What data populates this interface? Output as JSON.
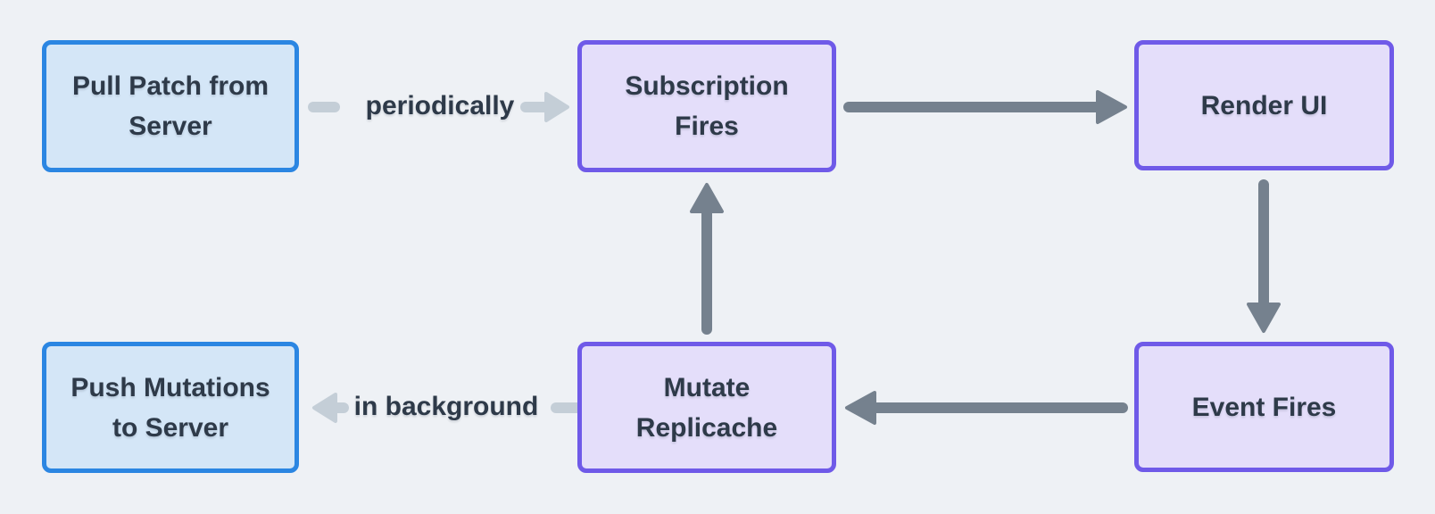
{
  "diagram": {
    "nodes": [
      {
        "id": "pull-patch-from-server",
        "label": "Pull Patch from Server",
        "variant": "blue"
      },
      {
        "id": "subscription-fires",
        "label": "Subscription Fires",
        "variant": "purple"
      },
      {
        "id": "render-ui",
        "label": "Render UI",
        "variant": "purple"
      },
      {
        "id": "push-mutations-to-server",
        "label": "Push Mutations to Server",
        "variant": "blue"
      },
      {
        "id": "mutate-replicache",
        "label": "Mutate Replicache",
        "variant": "purple"
      },
      {
        "id": "event-fires",
        "label": "Event Fires",
        "variant": "purple"
      }
    ],
    "edges": [
      {
        "from": "pull-patch-from-server",
        "to": "subscription-fires",
        "label": "periodically",
        "style": "light"
      },
      {
        "from": "subscription-fires",
        "to": "render-ui",
        "label": "",
        "style": "dark"
      },
      {
        "from": "render-ui",
        "to": "event-fires",
        "label": "",
        "style": "dark"
      },
      {
        "from": "event-fires",
        "to": "mutate-replicache",
        "label": "",
        "style": "dark"
      },
      {
        "from": "mutate-replicache",
        "to": "subscription-fires",
        "label": "",
        "style": "dark"
      },
      {
        "from": "mutate-replicache",
        "to": "push-mutations-to-server",
        "label": "in background",
        "style": "light"
      }
    ]
  },
  "palette": {
    "background": "#eef1f5",
    "node_blue_fill": "#d4e6f7",
    "node_blue_border": "#2b86e2",
    "node_purple_fill": "#e4defa",
    "node_purple_border": "#6f5ae8",
    "arrow_dark": "#75818e",
    "arrow_light": "#c4ced7",
    "text": "#2e3a49"
  }
}
